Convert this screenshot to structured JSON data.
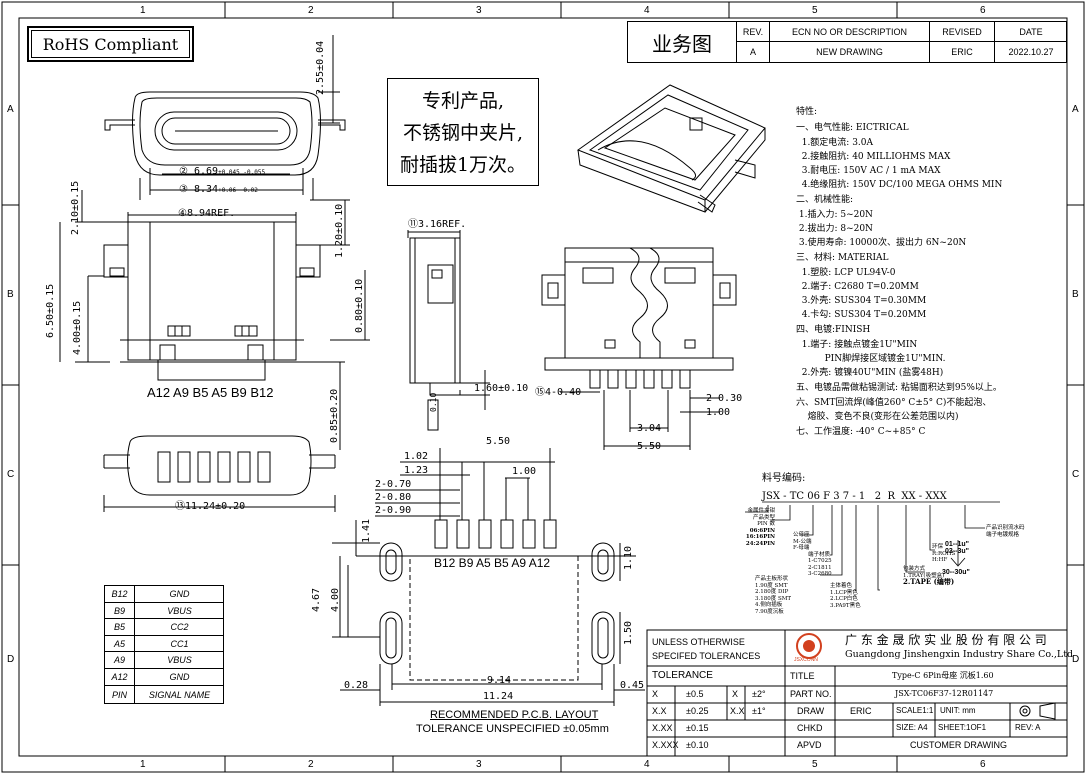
{
  "frame": {
    "col_labels": [
      "1",
      "2",
      "3",
      "4",
      "5",
      "6"
    ],
    "row_labels": [
      "A",
      "B",
      "C",
      "D"
    ]
  },
  "rohs": "RoHS Compliant",
  "business_title": "业务图",
  "revision": {
    "headers": [
      "REV.",
      "ECN NO OR DESCRIPTION",
      "REVISED",
      "DATE"
    ],
    "row": [
      "A",
      "NEW DRAWING",
      "ERIC",
      "2022.10.27"
    ]
  },
  "patent_note": [
    "专利产品,",
    "不锈钢中夹片,",
    "耐插拔1万次。"
  ],
  "dims": {
    "d1": "2.55±0.04",
    "d2": "6.69",
    "d2_tol": "+0.045 -0.055",
    "d3": "8.34",
    "d3_tol": "+0.06 -0.02",
    "d4": "8.94REF.",
    "d5": "1.20±0.10",
    "d6": "2.10±0.15",
    "d7": "6.50±0.15",
    "d8": "4.00±0.15",
    "d9": "0.80±0.10",
    "d10": "3.16REF.",
    "d11": "1.60±0.10",
    "d12": "0.85±0.20",
    "d13": "0.10",
    "d14": "11.24±0.20",
    "d15": "4-0.40",
    "d16": "2-0.30",
    "d17": "1.00",
    "d18": "3.04",
    "d19": "5.50",
    "pcb_550": "5.50",
    "pcb_102": "1.02",
    "pcb_123": "1.23",
    "pcb_270": "2-0.70",
    "pcb_280": "2-0.80",
    "pcb_290": "2-0.90",
    "pcb_100": "1.00",
    "pcb_141": "1.41",
    "pcb_467": "4.67",
    "pcb_400": "4.00",
    "pcb_110": "1.10",
    "pcb_150": "1.50",
    "pcb_914": "9.14",
    "pcb_1124": "11.24",
    "pcb_028": "0.28",
    "pcb_045": "0.45"
  },
  "front_pins": "A12 A9 B5 A5 B9 B12",
  "pcb_pins": "B12 B9 A5 B5 A9 A12",
  "pcb_caption": [
    "RECOMMENDED   P.C.B. LAYOUT",
    "TOLERANCE  UNSPECIFIED  ±0.05mm"
  ],
  "pin_table": [
    [
      "B12",
      "GND"
    ],
    [
      "B9",
      "VBUS"
    ],
    [
      "B5",
      "CC2"
    ],
    [
      "A5",
      "CC1"
    ],
    [
      "A9",
      "VBUS"
    ],
    [
      "A12",
      "GND"
    ],
    [
      "PIN",
      "SIGNAL NAME"
    ]
  ],
  "specs": [
    "特性:",
    "一、电气性能: EICTRICAL",
    "  1.额定电流: 3.0A",
    "  2.接触阻抗: 40 MILLIOHMS MAX",
    "  3.耐电压: 150V AC / 1 mA MAX",
    "  4.绝缘阻抗: 150V DC/100 MEGA OHMS MIN",
    "二、机械性能:",
    " 1.插入力: 5~20N",
    " 2.拔出力: 8~20N",
    " 3.使用寿命: 10000次、拔出力 6N~20N",
    "三、材料: MATERIAL",
    "  1.塑胶: LCP UL94V-0",
    "  2.端子: C2680 T=0.20MM",
    "  3.外壳: SUS304 T=0.30MM",
    "  4.卡勾: SUS304 T=0.20MM",
    "四、电镀:FINISH",
    "  1.端子: 接触点镀金1U\"MIN",
    "          PIN脚焊接区域镀金1U\"MIN.",
    "  2.外壳: 镀镍40U\"MIN (盐雾48H)",
    "五、电镀品需做粘锡测试: 粘锡面积达到95%以上。",
    "六、SMT回流焊(峰值260° C±5° C)不能起泡、",
    "    熔胶、变色不良(变形在公差范围以内)",
    "七、工作温度: -40° C~+85° C"
  ],
  "part_code": {
    "title": "料号编码:",
    "code": "JSX - TC 06 F 3 7 - 1   2  R  XX - XXX",
    "notes_left": [
      "金属件夹钳",
      "产品类型",
      "PIN 数",
      "06:6PIN",
      "16:16PIN",
      "24:24PIN"
    ],
    "notes_mid": [
      "公母座",
      "M-公端",
      "F-母端",
      "端子材质",
      "1-C7025",
      "2-C1811",
      "3-C2680"
    ],
    "notes_mid2": [
      "产品主板形状",
      "1.90度 SMT",
      "2.180度 DIP",
      "3.180度 SMT",
      "4.侧向插板",
      "7.90度沉板"
    ],
    "notes_plating": [
      "主体着色",
      "1.LCP黑色",
      "2.LCP白色",
      "3.PA9T黑色"
    ],
    "notes_pack": [
      "包装方式",
      "1.TRAY(吸塑盒)",
      "2.TAPE (编带)"
    ],
    "notes_env": [
      "环保",
      "R:ROHS",
      "H:HF"
    ],
    "notes_gold": [
      "产品识别流水码",
      "端子电镀规格"
    ],
    "gold_codes": [
      "01--1u\"",
      "03--3u\"",
      "30--30u\""
    ]
  },
  "title_block": {
    "unless": "UNLESS OTHERWISE",
    "specified": "SPECIFED TOLERANCES",
    "logo_text": "JSXCONN",
    "company_cn": "广 东 金 晟 欣 实 业 股 份 有 限 公 司",
    "company_en": "Guangdong Jinshengxin Industry Share Co.,Ltd",
    "tolerance": "TOLERANCE",
    "title_label": "TITLE",
    "title_value": "Type-C 6Pin母座 沉板1.60",
    "part_no_label": "PART NO.",
    "part_no_value": "JSX-TC06F37-12R01147",
    "draw_label": "DRAW",
    "draw_value": "ERIC",
    "chkd_label": "CHKD",
    "apvd_label": "APVD",
    "scale": "SCALE1:1",
    "unit": "UNIT: mm",
    "size": "SIZE: A4",
    "sheet": "SHEET:1OF1",
    "rev": "REV: A",
    "customer": "CUSTOMER DRAWING",
    "tol_rows": [
      [
        "X",
        "±0.5",
        "X",
        "±2°"
      ],
      [
        "X.X",
        "±0.25",
        "X.X",
        "±1°"
      ],
      [
        "X.XX",
        "±0.15",
        "",
        ""
      ],
      [
        "X.XXX",
        "±0.10",
        "",
        ""
      ]
    ]
  },
  "colors": {
    "logo": "#d2401e"
  }
}
